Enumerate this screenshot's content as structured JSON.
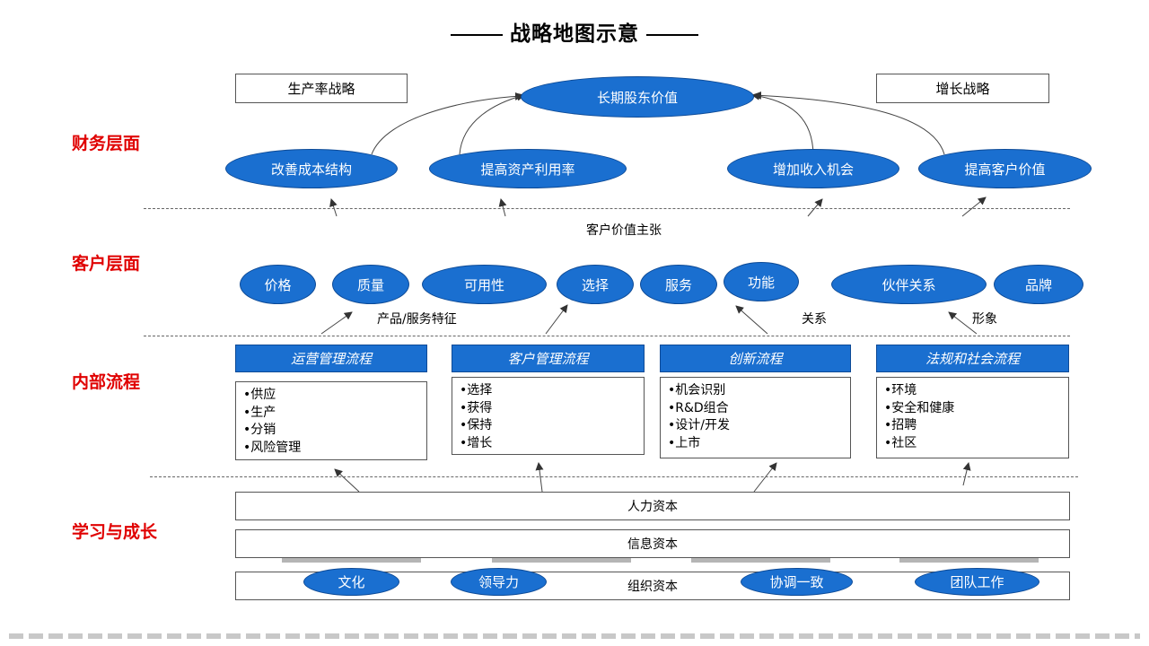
{
  "title": "战略地图示意",
  "layers": {
    "financial": "财务层面",
    "customer": "客户层面",
    "internal": "内部流程",
    "learning": "学习与成长"
  },
  "financial": {
    "strategy_left": "生产率战略",
    "strategy_right": "增长战略",
    "goal": "长期股东价值",
    "items": [
      "改善成本结构",
      "提高资产利用率",
      "增加收入机会",
      "提高客户价值"
    ]
  },
  "customer": {
    "value_proposition": "客户价值主张",
    "items": [
      "价格",
      "质量",
      "可用性",
      "选择",
      "服务",
      "功能",
      "伙伴关系",
      "品牌"
    ],
    "group_labels": [
      "产品/服务特征",
      "关系",
      "形象"
    ]
  },
  "internal": {
    "processes": [
      {
        "title": "运营管理流程",
        "items": [
          "•供应",
          "•生产",
          "•分销",
          "•风险管理"
        ]
      },
      {
        "title": "客户管理流程",
        "items": [
          "•选择",
          "•获得",
          "•保持",
          "•增长"
        ]
      },
      {
        "title": "创新流程",
        "items": [
          "•机会识别",
          "•R&D组合",
          "•设计/开发",
          "•上市"
        ]
      },
      {
        "title": "法规和社会流程",
        "items": [
          "•环境",
          "•安全和健康",
          "•招聘",
          "•社区"
        ]
      }
    ]
  },
  "learning": {
    "human_capital": "人力资本",
    "information_capital": "信息资本",
    "organization_capital": "组织资本",
    "org_items": [
      "文化",
      "领导力",
      "协调一致",
      "团队工作"
    ]
  },
  "colors": {
    "accent_blue": "#1a6fd0",
    "layer_red": "#e00000"
  }
}
